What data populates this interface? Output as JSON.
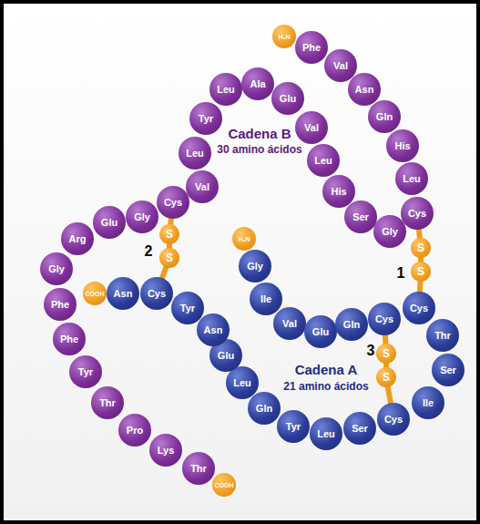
{
  "diagram": {
    "nodes": [
      {
        "text": [
          "H₂N"
        ]
      },
      {
        "text": [
          "Phe"
        ]
      },
      {
        "text": [
          "Val"
        ]
      },
      {
        "text": [
          "Asn"
        ]
      },
      {
        "text": [
          "Gln"
        ]
      },
      {
        "text": [
          "His"
        ]
      },
      {
        "text": [
          "Leu"
        ]
      },
      {
        "text": [
          "Cys"
        ]
      },
      {
        "text": [
          "Gly"
        ]
      },
      {
        "text": [
          "Ser"
        ]
      },
      {
        "text": [
          "His"
        ]
      },
      {
        "text": [
          "Leu"
        ]
      },
      {
        "text": [
          "Val"
        ]
      },
      {
        "text": [
          "Glu"
        ]
      },
      {
        "text": [
          "Ala"
        ]
      },
      {
        "text": [
          "Leu"
        ]
      },
      {
        "text": [
          "Tyr"
        ]
      },
      {
        "text": [
          "Leu"
        ]
      },
      {
        "text": [
          "Val"
        ]
      },
      {
        "text": [
          "Cys"
        ]
      },
      {
        "text": [
          "Gly"
        ]
      },
      {
        "text": [
          "Glu"
        ]
      },
      {
        "text": [
          "Arg"
        ]
      },
      {
        "text": [
          "Gly"
        ]
      },
      {
        "text": [
          "Phe"
        ]
      },
      {
        "text": [
          "Phe"
        ]
      },
      {
        "text": [
          "Tyr"
        ]
      },
      {
        "text": [
          "Thr"
        ]
      },
      {
        "text": [
          "Pro"
        ]
      },
      {
        "text": [
          "Lys"
        ]
      },
      {
        "text": [
          "Thr"
        ]
      },
      {
        "text": [
          "COOH"
        ]
      },
      {
        "text": [
          "H₂N"
        ]
      },
      {
        "text": [
          "Gly"
        ]
      },
      {
        "text": [
          "Ile"
        ]
      },
      {
        "text": [
          "Val"
        ]
      },
      {
        "text": [
          "Glu"
        ]
      },
      {
        "text": [
          "Gln"
        ]
      },
      {
        "text": [
          "Cys"
        ]
      },
      {
        "text": [
          "Cys"
        ]
      },
      {
        "text": [
          "Thr"
        ]
      },
      {
        "text": [
          "Ser"
        ]
      },
      {
        "text": [
          "Ile"
        ]
      },
      {
        "text": [
          "Cys"
        ]
      },
      {
        "text": [
          "Ser"
        ]
      },
      {
        "text": [
          "Leu"
        ]
      },
      {
        "text": [
          "Tyr"
        ]
      },
      {
        "text": [
          "Gln"
        ]
      },
      {
        "text": [
          "Leu"
        ]
      },
      {
        "text": [
          "Glu"
        ]
      },
      {
        "text": [
          "Asn"
        ]
      },
      {
        "text": [
          "Tyr"
        ]
      },
      {
        "text": [
          "Cys"
        ]
      },
      {
        "text": [
          "Asn"
        ]
      },
      {
        "text": [
          "COOH"
        ]
      },
      {
        "text": [
          "S"
        ]
      },
      {
        "text": [
          "S"
        ]
      },
      {
        "text": [
          "S"
        ]
      },
      {
        "text": [
          "S"
        ]
      },
      {
        "text": [
          "S"
        ]
      },
      {
        "text": [
          "S"
        ]
      }
    ],
    "edges": [
      {
        "from": 7,
        "to": 55,
        "arrow": "none"
      },
      {
        "from": 55,
        "to": 56,
        "arrow": "none"
      },
      {
        "from": 56,
        "to": 39,
        "arrow": "none"
      },
      {
        "from": 19,
        "to": 57,
        "arrow": "none"
      },
      {
        "from": 57,
        "to": 58,
        "arrow": "none"
      },
      {
        "from": 58,
        "to": 52,
        "arrow": "none"
      },
      {
        "from": 38,
        "to": 59,
        "arrow": "none"
      },
      {
        "from": 59,
        "to": 60,
        "arrow": "none"
      },
      {
        "from": 60,
        "to": 43,
        "arrow": "none"
      }
    ],
    "labels": [
      "Cadena B",
      "30 amino ácidos",
      "Cadena A",
      "21 amino ácidos",
      "1",
      "2",
      "3"
    ]
  }
}
